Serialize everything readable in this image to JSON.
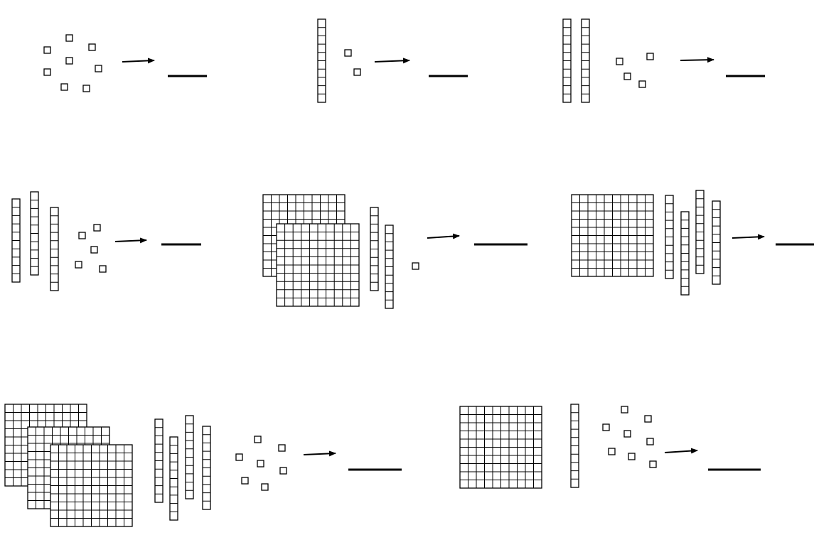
{
  "worksheet": {
    "problems": [
      {
        "name": "problem-1",
        "hundreds": 0,
        "tens": 0,
        "ones": 8,
        "answer": ""
      },
      {
        "name": "problem-2",
        "hundreds": 0,
        "tens": 1,
        "ones": 2,
        "answer": ""
      },
      {
        "name": "problem-3",
        "hundreds": 0,
        "tens": 2,
        "ones": 4,
        "answer": ""
      },
      {
        "name": "problem-4",
        "hundreds": 0,
        "tens": 3,
        "ones": 5,
        "answer": ""
      },
      {
        "name": "problem-5",
        "hundreds": 2,
        "tens": 2,
        "ones": 1,
        "answer": ""
      },
      {
        "name": "problem-6",
        "hundreds": 1,
        "tens": 4,
        "ones": 0,
        "answer": ""
      },
      {
        "name": "problem-7",
        "hundreds": 3,
        "tens": 4,
        "ones": 7,
        "answer": ""
      },
      {
        "name": "problem-8",
        "hundreds": 1,
        "tens": 1,
        "ones": 8,
        "answer": ""
      }
    ]
  }
}
